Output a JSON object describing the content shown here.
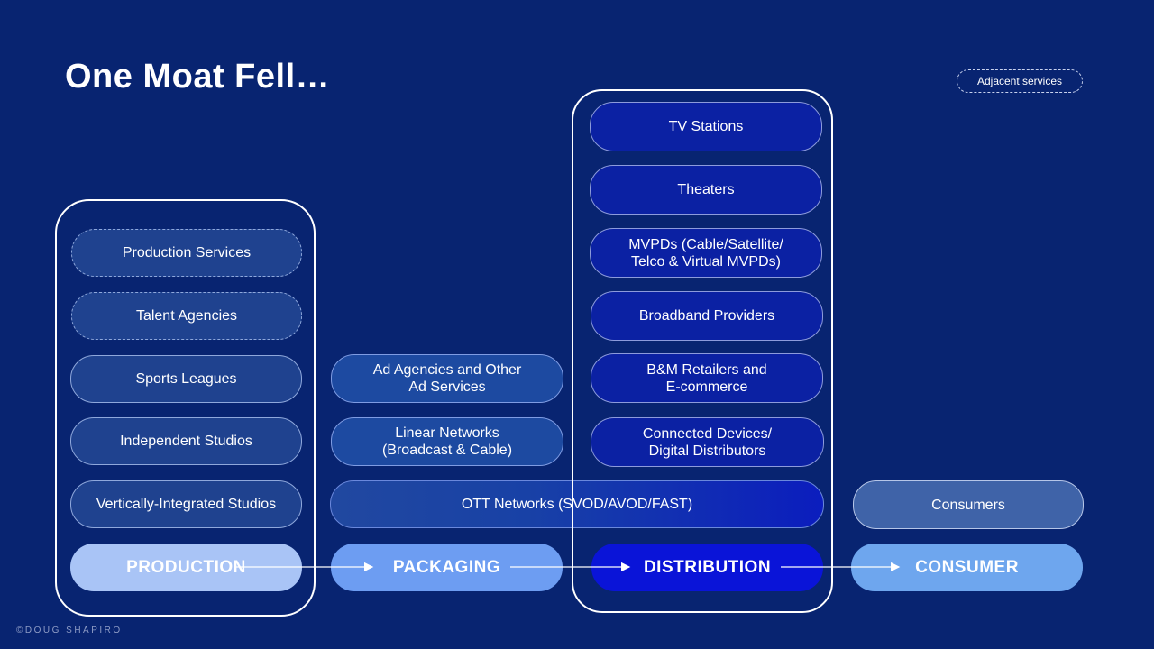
{
  "title": "One Moat Fell…",
  "legend": "Adjacent services",
  "footer": "©DOUG SHAPIRO",
  "production": {
    "items": [
      "Production Services",
      "Talent Agencies",
      "Sports Leagues",
      "Independent Studios",
      "Vertically-Integrated Studios"
    ]
  },
  "packaging": {
    "ad_agencies": [
      "Ad Agencies and Other",
      "Ad Services"
    ],
    "linear": [
      "Linear Networks",
      "(Broadcast & Cable)"
    ],
    "ott": "OTT Networks (SVOD/AVOD/FAST)"
  },
  "distribution": {
    "tv_stations": "TV Stations",
    "theaters": "Theaters",
    "mvpds": [
      "MVPDs (Cable/Satellite/",
      "Telco & Virtual MVPDs)"
    ],
    "broadband": "Broadband Providers",
    "retailers": [
      "B&M Retailers and",
      "E-commerce"
    ],
    "devices": [
      "Connected Devices/",
      "Digital Distributors"
    ]
  },
  "consumers": "Consumers",
  "stages": {
    "production": "PRODUCTION",
    "packaging": "PACKAGING",
    "distribution": "DISTRIBUTION",
    "consumer": "CONSUMER"
  },
  "colors": {
    "background": "#082471",
    "production_stage": "#a9c4f6",
    "packaging_stage": "#6d9df2",
    "distribution_stage": "#0a14d8",
    "consumer_stage": "#6ea6ee"
  }
}
